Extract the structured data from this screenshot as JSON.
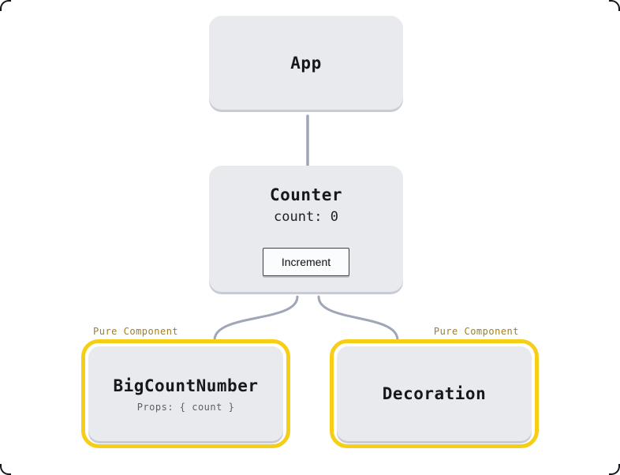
{
  "diagram": {
    "nodes": {
      "app": {
        "title": "App"
      },
      "counter": {
        "title": "Counter",
        "state": "count: 0",
        "button_label": "Increment"
      },
      "big_count_number": {
        "title": "BigCountNumber",
        "props": "Props: { count }",
        "badge": "Pure Component"
      },
      "decoration": {
        "title": "Decoration",
        "badge": "Pure Component"
      }
    },
    "colors": {
      "node_fill": "#e8eaee",
      "node_bottom_edge": "#c6cbd5",
      "connector": "#9fa6b6",
      "pure_border_yellow": "#f7ce17",
      "pure_label_text": "#a3801c",
      "title_text": "#16181d",
      "props_text": "#5a5f68",
      "background": "#ffffff"
    }
  }
}
